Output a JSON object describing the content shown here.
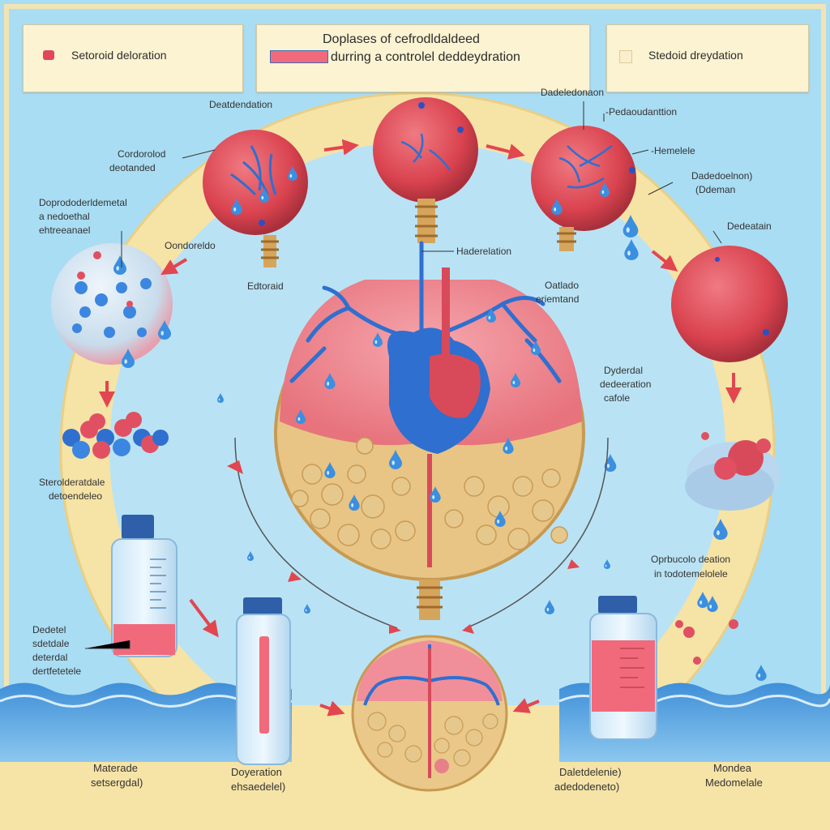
{
  "legend": {
    "left_label": "Setoroid deloration",
    "title_line1": "Doplases  of cefrodldaldeed",
    "title_line2": "durring a controlel deddeydration",
    "right_label": "Stedoid dreydation"
  },
  "labels": {
    "top_left_sphere": "Deatdendation",
    "cordorolod_1": "Cordorolod",
    "cordorolod_2": "deotanded",
    "deptoro_1": "Doprododerldemetal",
    "deptoro_2": "a nedoethal",
    "deptoro_3": "ehtreeanael",
    "oondoreldo": "Oondoreldo",
    "edtoraid": "Edtoraid",
    "haedeldation": "Haderelation",
    "oatlado_1": "Oatlado",
    "oatlado_2": "eriemtand",
    "tr_1": "Dadeledonaon",
    "tr_2": "-Pedaoudanttion",
    "tr_3": "-Hemelele",
    "tr_4": "Dadedoelnon)",
    "tr_5": "(Ddeman",
    "dedeatin": "Dedeatain",
    "dyderal_1": "Dyderdal",
    "dyderal_2": "dedeeration",
    "dyderal_3": "cafole",
    "stereo_1": "Sterolderatdale",
    "stereo_2": "detoendeleo",
    "opdal_1": "Oprbucolo deation",
    "opdal_2": "in todotemelolele",
    "bottle_1": "Dedetel",
    "bottle_2": "sdetdale",
    "bottle_3": "deterdal",
    "bottle_4": "dertfetetele",
    "bottom_1_a": "Materade",
    "bottom_1_b": "setsergdal)",
    "bottom_2_a": "Doyeration",
    "bottom_2_b": "ehsaedelel)",
    "bottom_3_a": "Daletdelenie)",
    "bottom_3_b": "adedodeneto)",
    "bottom_4_a": "Mondea",
    "bottom_4_b": "Medomelale"
  },
  "colors": {
    "background": "#a9ddf3",
    "ring": "#f6e3a6",
    "tissue_red": "#d84a5a",
    "vessel_blue": "#2f6fd0",
    "fat_tan": "#e3c38c",
    "water": "#4aa0e6",
    "arrow": "#e2464f"
  },
  "icons": [
    "red-swatch-icon",
    "red-bar-swatch-icon",
    "cream-swatch-icon",
    "water-drop-icon",
    "arrow-icon",
    "bottle-icon",
    "tissue-sphere-icon",
    "heart-icon"
  ]
}
